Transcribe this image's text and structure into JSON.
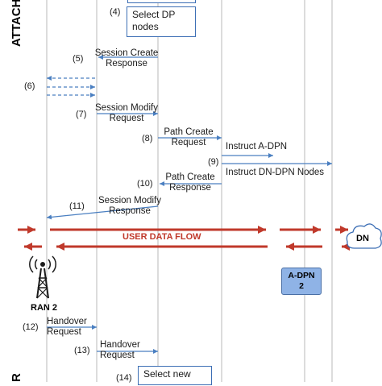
{
  "side_labels": {
    "top": "ATTACH",
    "bottom": "R"
  },
  "steps": {
    "s4": {
      "num": "(4)",
      "text": [
        "Select DP",
        "nodes"
      ]
    },
    "s5": {
      "num": "(5)",
      "text": [
        "Session Create",
        "Response"
      ]
    },
    "s6": {
      "num": "(6)"
    },
    "s7": {
      "num": "(7)",
      "text": [
        "Session Modify",
        "Request"
      ]
    },
    "s8": {
      "num": "(8)",
      "text": [
        "Path Create",
        "Request"
      ],
      "extra": "Instruct A-DPN"
    },
    "s9": {
      "num": "(9)",
      "text": [
        "Instruct DN-DPN Nodes"
      ]
    },
    "s10": {
      "num": "(10)",
      "text": [
        "Path Create",
        "Response"
      ]
    },
    "s11": {
      "num": "(11)",
      "text": [
        "Session Modify",
        "Response"
      ]
    },
    "s12": {
      "num": "(12)",
      "text": [
        "Handover",
        "Request"
      ]
    },
    "s13": {
      "num": "(13)",
      "text": [
        "Handover",
        "Request"
      ]
    },
    "s14": {
      "num": "(14)",
      "text": [
        "Select new"
      ]
    }
  },
  "data_flow": {
    "label": "USER DATA FLOW"
  },
  "nodes": {
    "dn": "DN",
    "a_dpn": [
      "A-DPN",
      "2"
    ],
    "ran": "RAN 2"
  },
  "colors": {
    "arrow_blue": "#4a7fc1",
    "flow_red": "#c0392b",
    "adpn_fill": "#8fb3e6"
  }
}
